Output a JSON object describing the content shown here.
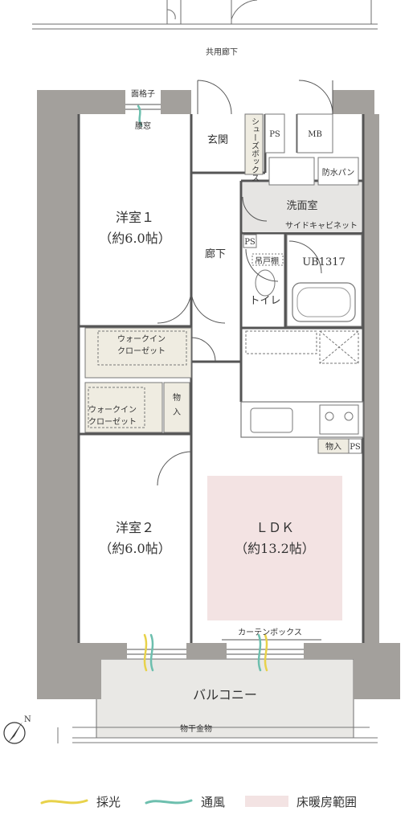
{
  "labels": {
    "common_corridor": "共用廊下",
    "lattice": "面格子",
    "waist_window": "腰窓",
    "entrance": "玄関",
    "shoe_box": "シューズボックス",
    "ps_top": "PS",
    "mb": "MB",
    "waterproof_pan": "防水パン",
    "washroom": "洗面室",
    "side_cabinet": "サイドキャビネット",
    "western1_name": "洋室１",
    "western1_size": "（約6.0帖）",
    "hallway": "廊下",
    "ps_toilet": "PS",
    "cupboard": "吊戸棚",
    "unit_bath": "UB1317",
    "toilet": "トイレ",
    "wic1_a": "ウォークイン",
    "wic1_b": "クローゼット",
    "storage1_a": "物",
    "storage1_b": "入",
    "wic2_a": "ウォークイン",
    "wic2_b": "クローゼット",
    "storage_kitchen": "物入",
    "ps_kitchen": "PS",
    "western2_name": "洋室２",
    "western2_size": "（約6.0帖）",
    "ldk_name": "ＬＤＫ",
    "ldk_size": "（約13.2帖）",
    "curtain_box": "カーテンボックス",
    "balcony": "バルコニー",
    "laundry_hanger": "物干金物",
    "north": "N"
  },
  "legend": {
    "light": "採光",
    "ventilation": "通風",
    "floor_heating": "床暖房範囲"
  },
  "colors": {
    "wall": "#a3a09c",
    "floor_heating": "#f3e3e3",
    "storage_fill": "#efece1",
    "washroom_fill": "#e6e5e3",
    "light": "#e8d24a",
    "ventilation": "#6dbfae",
    "balcony": "#e9e8e5"
  }
}
